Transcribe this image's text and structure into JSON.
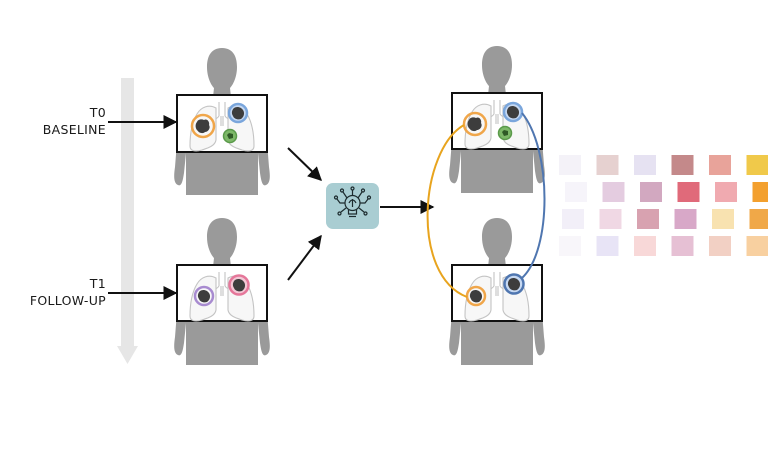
{
  "timepoints": [
    {
      "code": "T0",
      "name": "BASELINE"
    },
    {
      "code": "T1",
      "name": "FOLLOW-UP"
    }
  ],
  "icons": {
    "model": "ai-lightbulb-circuit-icon",
    "patient": "person-silhouette-icon",
    "lungs": "lungs-icon"
  },
  "colors": {
    "timeline_arrow": "#e6e6e6",
    "silhouette": "#9a9a9a",
    "model_box": "#a9cdd2",
    "lesion_orange": "#f0a64a",
    "lesion_blue": "#7aa6dc",
    "lesion_green": "#6fae5a",
    "lesion_purple": "#a88bd0",
    "lesion_pink": "#e5779a",
    "link_orange": "#e8a41e",
    "link_blue": "#4f76b0"
  },
  "feature_matrix": [
    [
      "#f4f2f8",
      "#e6d1d0",
      "#e6e2f2",
      "#c4898a",
      "#e8a39a",
      "#f0c94a"
    ],
    [
      "#f6f4fa",
      "#e4cce0",
      "#d2a8c0",
      "#e06a7a",
      "#f0aab0",
      "#f3a02e"
    ],
    [
      "#f2eff8",
      "#f0d8e4",
      "#d8a2b0",
      "#d8a8c8",
      "#f8e2b0",
      "#f0a848"
    ],
    [
      "#f8f6fa",
      "#e8e4f6",
      "#f8d8d8",
      "#e6c0d4",
      "#f2d0c4",
      "#f8d0a0"
    ]
  ]
}
